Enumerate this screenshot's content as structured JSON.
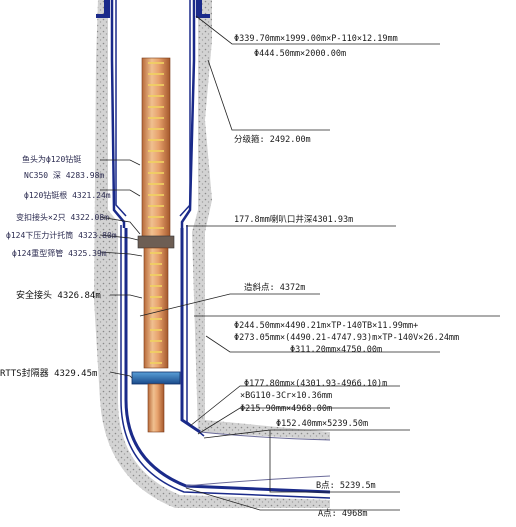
{
  "labels": {
    "casing_top": "Φ339.70mm×1999.00m×P-110×12.19mm",
    "hole_top": "Φ444.50mm×2000.00m",
    "stage_collar": "分级箍: 2492.00m",
    "liner_hanger": "177.8mm喇叭口井深4301.93m",
    "kickoff": "造斜点: 4372m",
    "casing_mid1": "Φ244.50mm×4490.21m×TP-140TB×11.99mm+",
    "casing_mid2": "Φ273.05mm×(4490.21-4747.93)m×TP-140V×26.24mm",
    "hole_mid": "Φ311.20mm×4750.00m",
    "liner1": "Φ177.80mm×(4301.93-4966.10)m",
    "liner2": "×BG110-3Cr×10.36mm",
    "hole_liner": "Φ215.90mm×4968.00m",
    "hole_bottom": "Φ152.40mm×5239.50m",
    "point_b": "B点: 5239.5m",
    "point_a": "A点: 4968m",
    "fish_top_1": "鱼头为ф120钻铤",
    "fish_top_2": "NC350 深 4283.98m",
    "drill_collar": "ф120钻铤根 4321.24m",
    "crossover": "变扣接头×2只 4322.08m",
    "pressure_gauge": "ф124下压力计托筒 4323.80m",
    "heavy_pipe": "ф124重型筛管 4325.39m",
    "safety_joint": "安全接头 4326.84m",
    "rtts_packer": "RTTS封隔器 4329.45m"
  },
  "colors": {
    "casing": "#1a2a8a",
    "cement": "#b9b9b9",
    "tool": "#d89a6c",
    "tool_band": "#f0d060"
  }
}
